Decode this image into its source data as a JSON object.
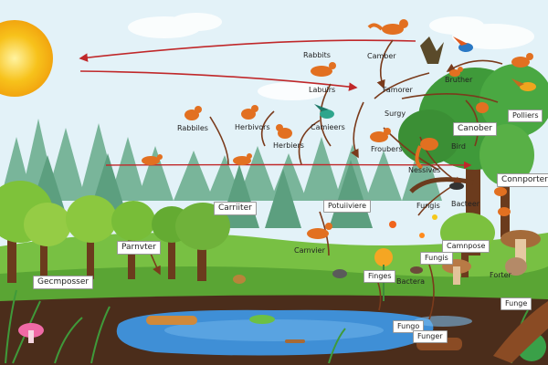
{
  "labels": {
    "rabbits_top": "Rabbits",
    "camber": "Camber",
    "labuirs": "Labuirs",
    "famorer": "Famorer",
    "bruther": "Bruther",
    "surgy": "Surgy",
    "rabbiles": "Rabbiles",
    "herbivors": "Herbivors",
    "herbiers": "Herbiers",
    "camieers": "Camieers",
    "froubers": "Froubers",
    "bird": "Bird",
    "nessives": "Nessives",
    "canober": "Canober",
    "polliers": "Polliers",
    "carriiter": "Carriiter",
    "potuiiviere": "Potuiiviere",
    "fungis": "Fungis",
    "bacteer": "Bacteer",
    "connporters": "Connporters",
    "parnvter": "Parnvter",
    "carnvier": "Carnvier",
    "fungis_mid": "Fungis",
    "camnpose": "Camnpose",
    "gecmposser": "Gecmposser",
    "finges": "Finges",
    "bactera": "Bactera",
    "forter": "Forter",
    "funge": "Funge",
    "fungo": "Fungo",
    "funger": "Funger"
  },
  "colors": {
    "sky": "#dff0f8",
    "sun": "#f7c21b",
    "arrow_red": "#c0282a",
    "arrow_brown": "#7a3b1c",
    "forest_far": "#6fae92",
    "forest_near": "#3f8a3a",
    "grass": "#5fb43a",
    "soil": "#4a2c1a",
    "water": "#3f8fd6"
  }
}
